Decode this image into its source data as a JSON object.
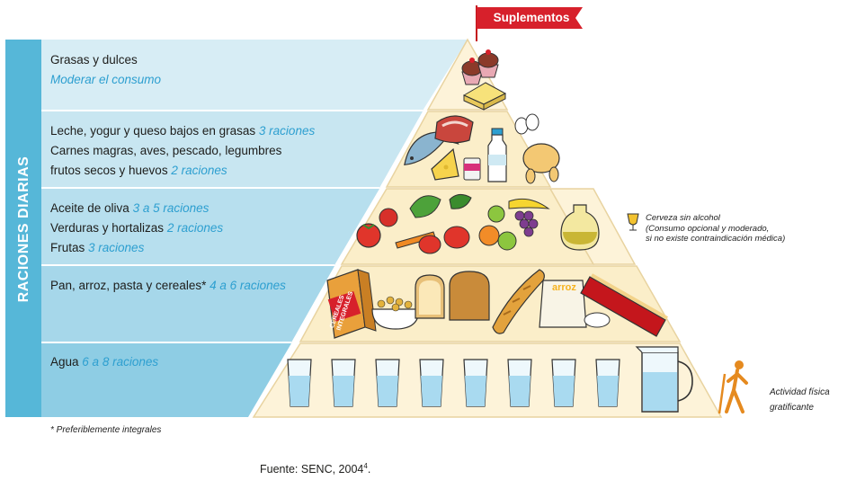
{
  "supplements_label": "Suplementos",
  "side_title": "RACIONES DIARIAS",
  "tiers": [
    {
      "line1": "Grasas y dulces",
      "note": "Moderar el consumo"
    },
    {
      "line1": "Leche, yogur y queso bajos en grasas",
      "line1_portions": "3 raciones",
      "line2": "Carnes magras, aves, pescado, legumbres",
      "line3": "frutos secos y huevos",
      "line3_portions": "2 raciones"
    },
    {
      "line1": "Aceite de oliva",
      "line1_portions": "3 a 5 raciones",
      "line2": "Verduras y hortalizas",
      "line2_portions": "2 raciones",
      "line3": "Frutas",
      "line3_portions": "3 raciones"
    },
    {
      "line1": "Pan, arroz, pasta y cereales*",
      "line1_portions": "4 a 6 raciones"
    },
    {
      "line1": "Agua",
      "line1_portions": "6 a 8 raciones"
    }
  ],
  "beer_note": {
    "title": "Cerveza sin alcohol",
    "line2": "(Consumo opcional y moderado,",
    "line3": "si no existe contraindicación médica)"
  },
  "activity_note": {
    "line1": "Actividad física",
    "line2": "gratificante"
  },
  "food_labels": {
    "cereal_box": "CEREALES INTEGRALES",
    "rice_bag": "arroz"
  },
  "footnote": "* Preferiblemente integrales",
  "source": {
    "text": "Fuente: SENC, 2004",
    "superscript": "4",
    "suffix": "."
  },
  "colors": {
    "band_dark": "#56b7d8",
    "band_light": "#cfe9f3",
    "pyramid_cream": "#fbeec9",
    "pyramid_line": "#e8d3a0",
    "accent_blue": "#2d9fd0",
    "supplements_red": "#d7202b",
    "activity_orange": "#e58a1f"
  }
}
